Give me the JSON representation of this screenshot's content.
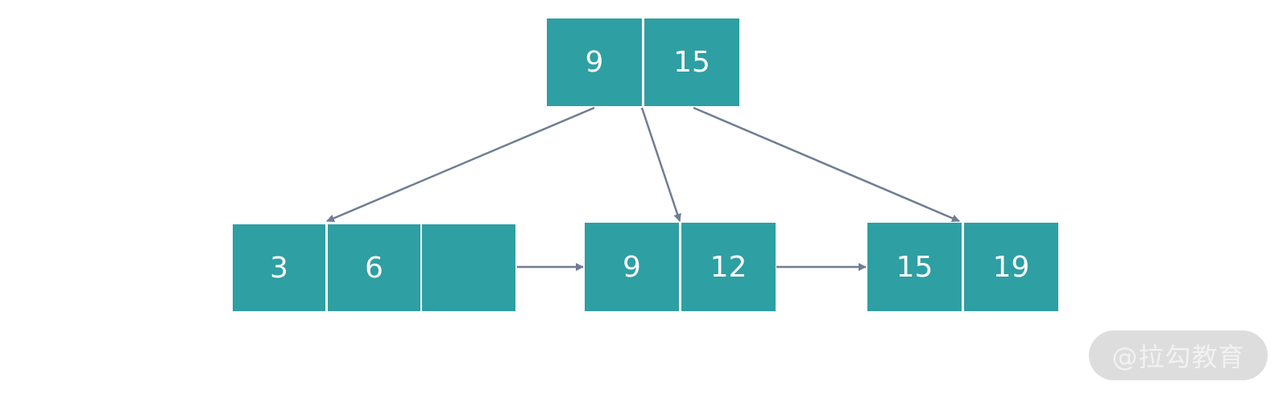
{
  "colors": {
    "node": "#2e9fa3",
    "text": "#ffffff",
    "arrow": "#6f7d93"
  },
  "root": {
    "keys": [
      "9",
      "15"
    ]
  },
  "leaves": [
    {
      "keys": [
        "3",
        "6",
        ""
      ]
    },
    {
      "keys": [
        "9",
        "12"
      ]
    },
    {
      "keys": [
        "15",
        "19"
      ]
    }
  ],
  "watermark": "@拉勾教育"
}
